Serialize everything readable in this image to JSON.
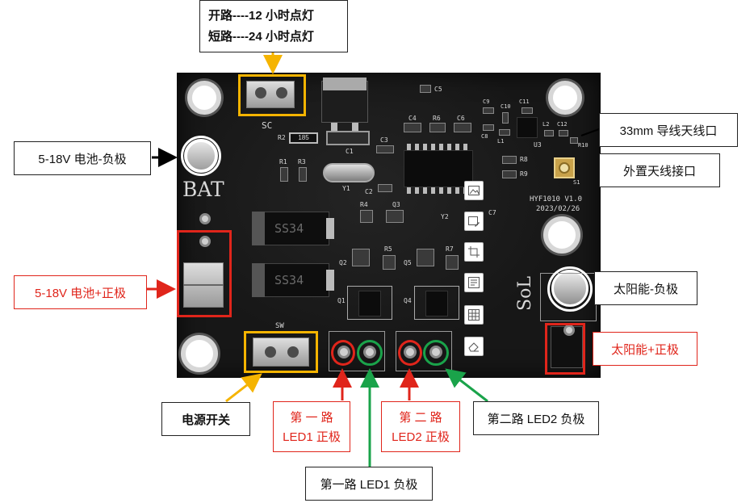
{
  "labels": {
    "open_circuit": "开路----12 小时点灯",
    "short_circuit": "短路----24 小时点灯",
    "battery_neg": "5-18V 电池-负极",
    "battery_pos": "5-18V 电池+正极",
    "antenna_33mm": "33mm 导线天线口",
    "external_antenna": "外置天线接口",
    "solar_neg": "太阳能-负极",
    "solar_pos": "太阳能+正极",
    "power_switch": "电源开关",
    "led1_pos_line1": "第 一 路",
    "led1_pos_line2": "LED1 正极",
    "led2_pos_line1": "第 二 路",
    "led2_pos_line2": "LED2 正极",
    "led2_neg": "第二路 LED2 负极",
    "led1_neg": "第一路 LED1 负极"
  },
  "silkscreen": {
    "bat": "BAT",
    "sol": "SoL",
    "sc": "SC",
    "sw": "SW",
    "model": "HYF1010 V1.0",
    "date": "2023/02/26",
    "diode": "SS34",
    "r185": "185",
    "refs": [
      "C5",
      "C9",
      "C10",
      "C11",
      "C4",
      "R6",
      "C6",
      "C8",
      "L1",
      "L2",
      "C12",
      "U3",
      "R10",
      "S1",
      "R2",
      "C1",
      "C3",
      "R1",
      "R3",
      "Y1",
      "C2",
      "R8",
      "R9",
      "R4",
      "Q3",
      "Y2",
      "C7",
      "R5",
      "R7",
      "Q2",
      "Q5",
      "Q1",
      "Q4"
    ]
  },
  "toolbar": {
    "icons": [
      "image-icon",
      "image-edit-icon",
      "crop-icon",
      "text-image-icon",
      "table-icon",
      "eraser-icon"
    ]
  },
  "colors": {
    "highlight_orange": "#f5b400",
    "highlight_red": "#e0251b",
    "highlight_green": "#1aa34a",
    "arrow_black": "#000000"
  }
}
